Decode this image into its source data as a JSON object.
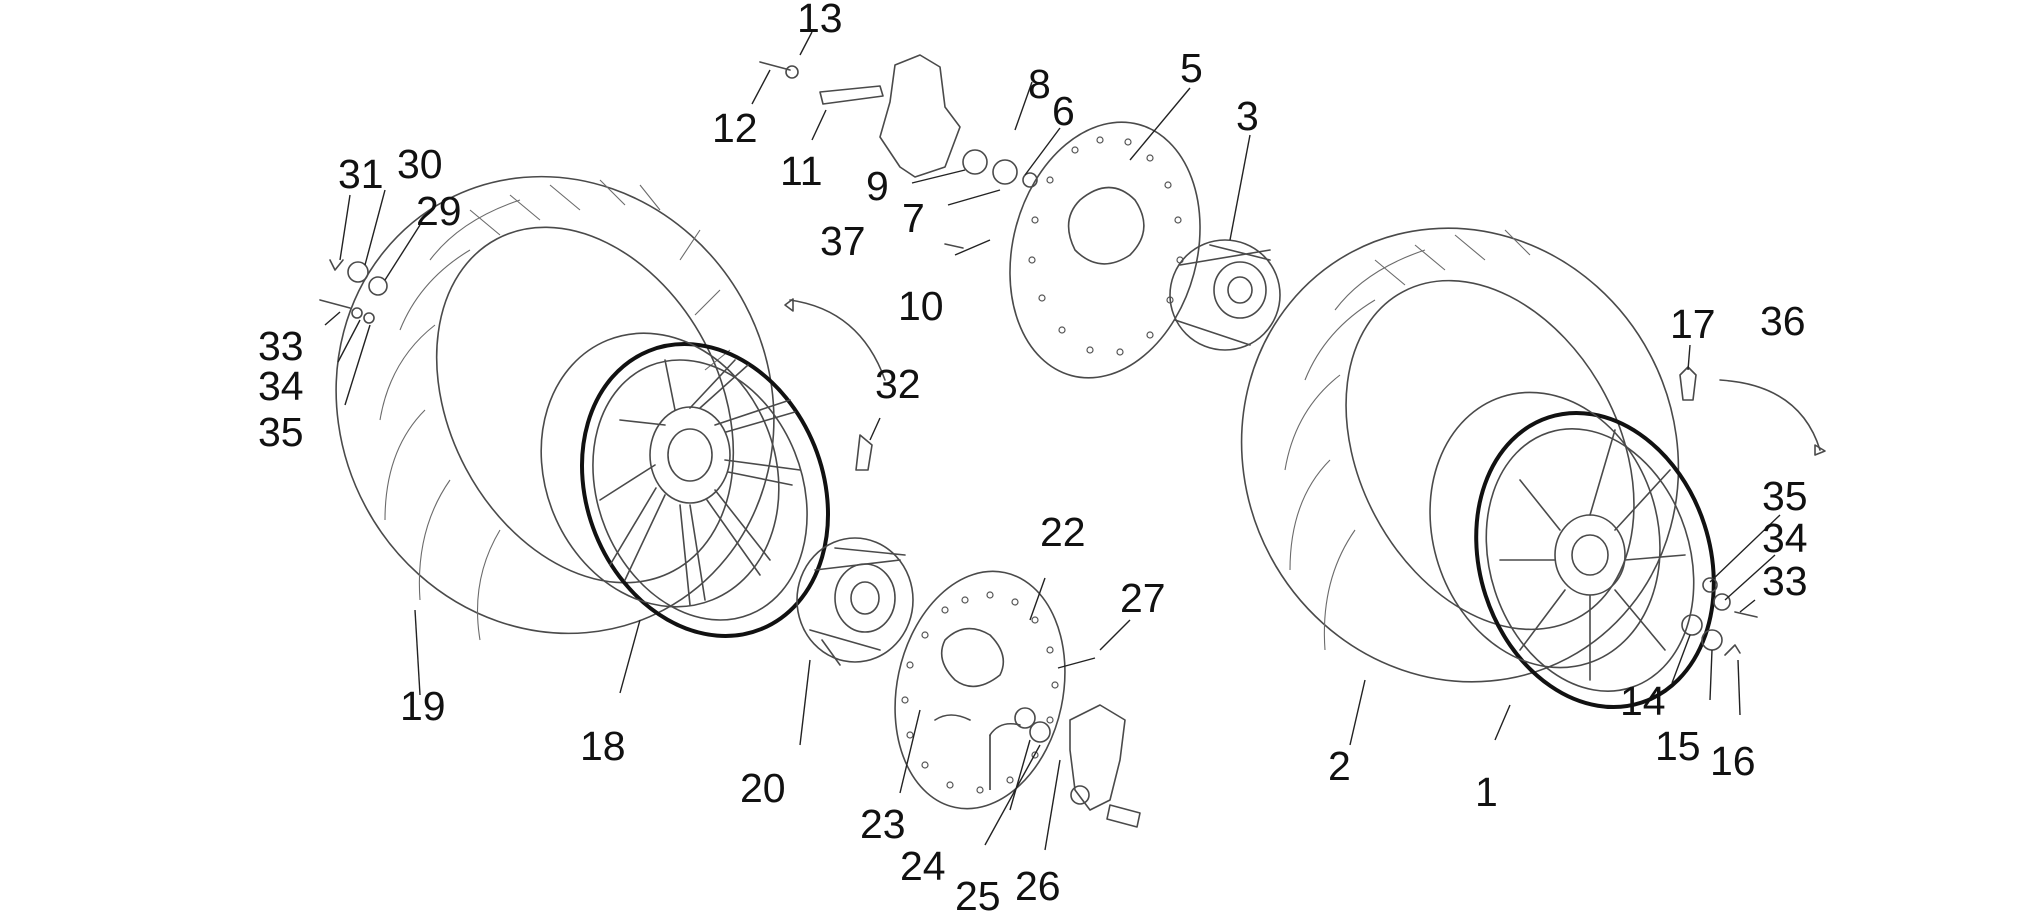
{
  "diagram": {
    "callouts": [
      "1",
      "2",
      "3",
      "5",
      "6",
      "7",
      "8",
      "9",
      "10",
      "11",
      "12",
      "13",
      "14",
      "15",
      "16",
      "17",
      "18",
      "19",
      "20",
      "22",
      "23",
      "24",
      "25",
      "26",
      "27",
      "29",
      "30",
      "31",
      "32",
      "33",
      "34",
      "35",
      "36",
      "37",
      "33",
      "34",
      "35"
    ]
  },
  "colors": {
    "line": "#4a4a4a",
    "text": "#111111",
    "background": "#ffffff"
  }
}
